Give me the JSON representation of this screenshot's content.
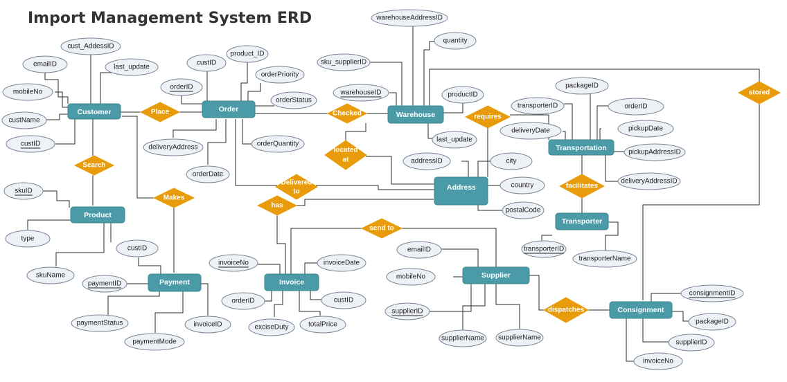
{
  "title": "Import Management System ERD",
  "colors": {
    "entity": "#4a9aa8",
    "relationship": "#e89c0c",
    "attribute_fill": "#eef1f6"
  },
  "entities": {
    "customer": "Customer",
    "order": "Order",
    "warehouse": "Warehouse",
    "transportation": "Transportation",
    "address": "Address",
    "product": "Product",
    "payment": "Payment",
    "invoice": "Invoice",
    "supplier": "Supplier",
    "transporter": "Transporter",
    "consignment": "Consignment"
  },
  "relationships": {
    "place": "Place",
    "checked": "Checked",
    "requires": "requires",
    "stored": "stored",
    "located_at": [
      "located",
      "at"
    ],
    "delivered_to": [
      "Delivered",
      "to"
    ],
    "has": "has",
    "search": "Search",
    "makes": "Makes",
    "send_to": "send to",
    "facilitates": "facilitates",
    "dispatches": "dispatches"
  },
  "attributes": {
    "cust_addessid": "cust_AddessID",
    "emailid_c": "emailID",
    "last_update_c": "last_update",
    "mobileno_c": "mobileNo",
    "custname": "custName",
    "custid_c": "custID",
    "custid_o": "custID",
    "product_id": "product_ID",
    "orderpriority": "orderPriority",
    "orderid_o": "orderID",
    "orderstatus": "orderStatus",
    "deliveryaddress": "deliveryAddress",
    "orderquantity": "orderQuantity",
    "orderdate": "orderDate",
    "warehouseaddressid": "warehouseAddressID",
    "quantity": "quantity",
    "sku_supplierid": "sku_supplierID",
    "warehouseid": "warehouseID",
    "productid_w": "productID",
    "last_update_w": "last_update",
    "packageid_t": "packageID",
    "transporterid_t": "transporterID",
    "orderid_t": "orderID",
    "deliverydate": "deliveryDate",
    "pickupdate": "pickupDate",
    "pickupaddressid": "pickupAddressID",
    "deliveryaddressid": "deliveryAddressID",
    "addressid": "addressID",
    "city": "city",
    "country": "country",
    "postalcode": "postalCode",
    "skuid": "skuID",
    "type": "type",
    "skuname": "skuName",
    "custid_p": "custID",
    "paymentid": "paymentID",
    "paymentstatus": "paymentStatus",
    "paymentmode": "paymentMode",
    "invoiceid": "invoiceID",
    "invoiceno_i": "invoiceNo",
    "invoicedate": "invoiceDate",
    "orderid_i": "orderID",
    "custid_i": "custID",
    "exciseduty": "exciseDuty",
    "totalprice": "totalPrice",
    "emailid_s": "emailID",
    "mobileno_s": "mobileNo",
    "supplierid_s": "supplierID",
    "suppliername1": "supplierName",
    "suppliername2": "supplierName",
    "transporterid_tr": "transporterID",
    "transportername": "transporterName",
    "consignmentid": "consignmentID",
    "packageid_c": "packageID",
    "supplierid_c": "supplierID",
    "invoiceno_c": "invoiceNo"
  }
}
